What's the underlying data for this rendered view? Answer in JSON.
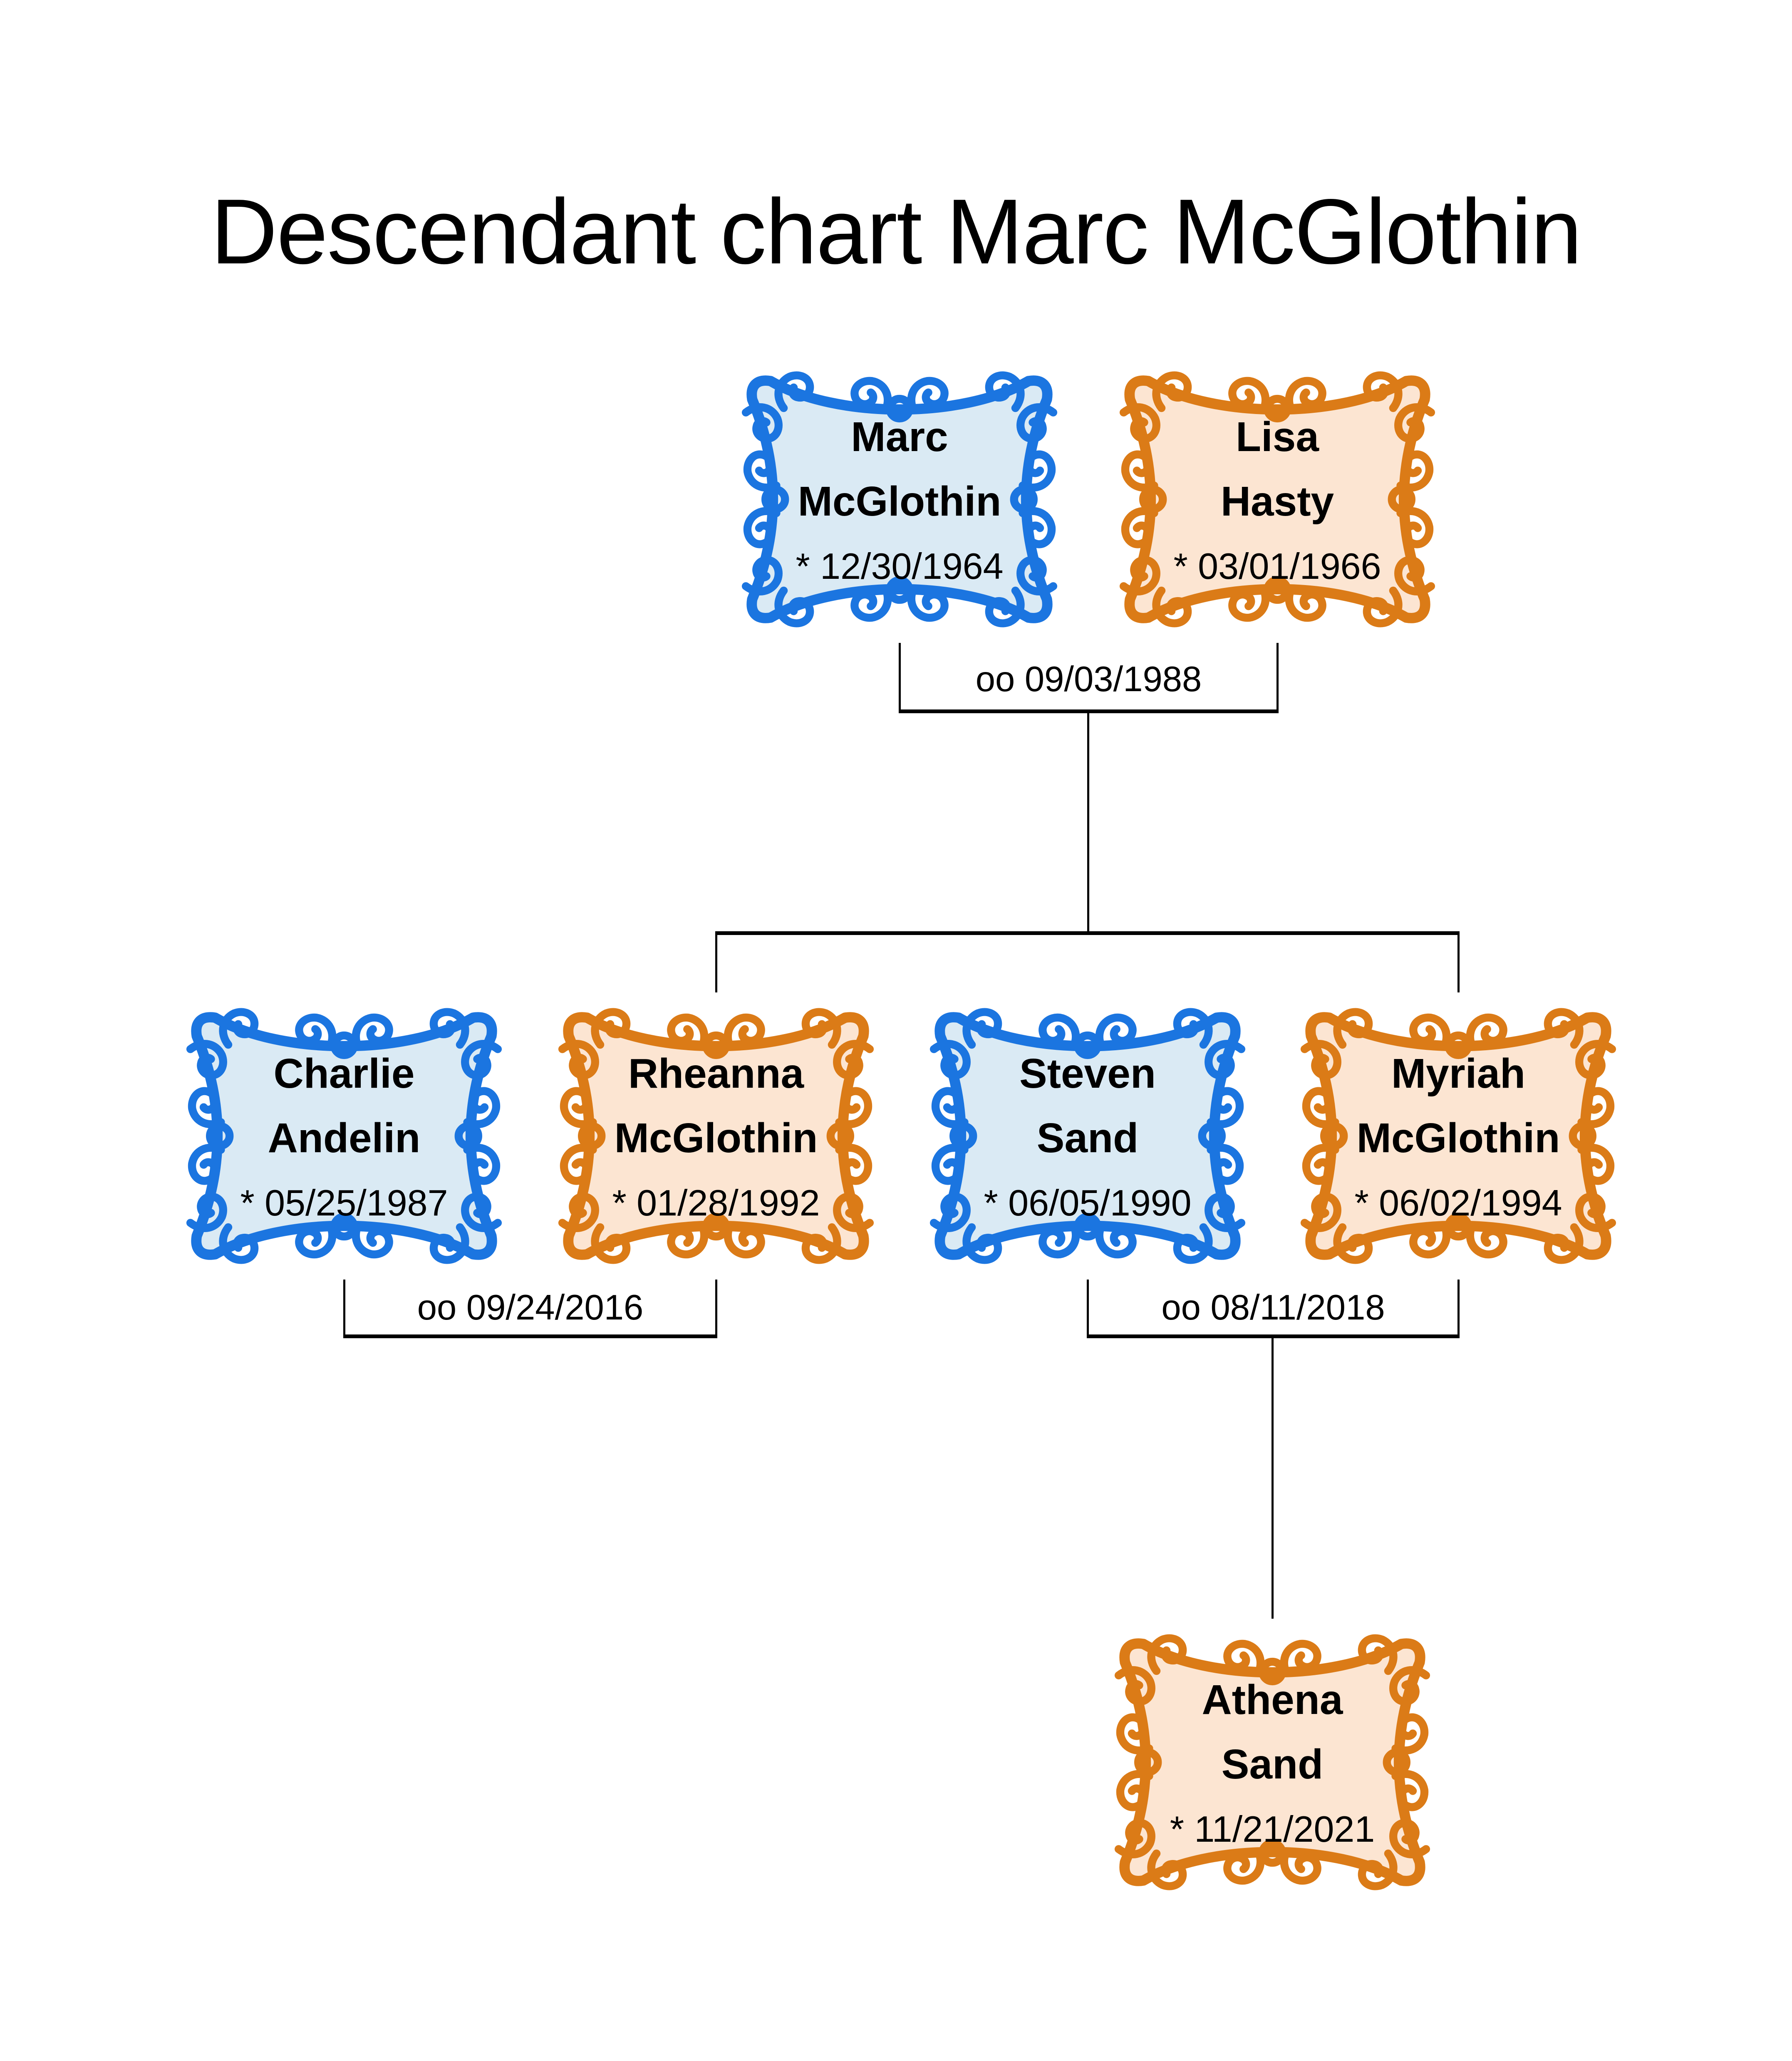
{
  "title": "Descendant chart Marc McGlothin",
  "people": {
    "marc": {
      "given": "Marc",
      "surname": "McGlothin",
      "birth": "* 12/30/1964",
      "sex": "male"
    },
    "lisa": {
      "given": "Lisa",
      "surname": "Hasty",
      "birth": "* 03/01/1966",
      "sex": "female"
    },
    "charlie": {
      "given": "Charlie",
      "surname": "Andelin",
      "birth": "* 05/25/1987",
      "sex": "male"
    },
    "rheanna": {
      "given": "Rheanna",
      "surname": "McGlothin",
      "birth": "* 01/28/1992",
      "sex": "female"
    },
    "steven": {
      "given": "Steven",
      "surname": "Sand",
      "birth": "* 06/05/1990",
      "sex": "male"
    },
    "myriah": {
      "given": "Myriah",
      "surname": "McGlothin",
      "birth": "* 06/02/1994",
      "sex": "female"
    },
    "athena": {
      "given": "Athena",
      "surname": "Sand",
      "birth": "* 11/21/2021",
      "sex": "female"
    }
  },
  "marriages": {
    "marc_lisa": {
      "label": "oo 09/03/1988"
    },
    "charlie_rheanna": {
      "label": "oo 09/24/2016"
    },
    "steven_myriah": {
      "label": "oo 08/11/2018"
    }
  },
  "colors": {
    "male_border": "#1b75e0",
    "male_fill": "#daeaf4",
    "female_border": "#db7b17",
    "female_fill": "#fce5d2",
    "line": "#000000",
    "text": "#000000",
    "background": "#ffffff"
  }
}
